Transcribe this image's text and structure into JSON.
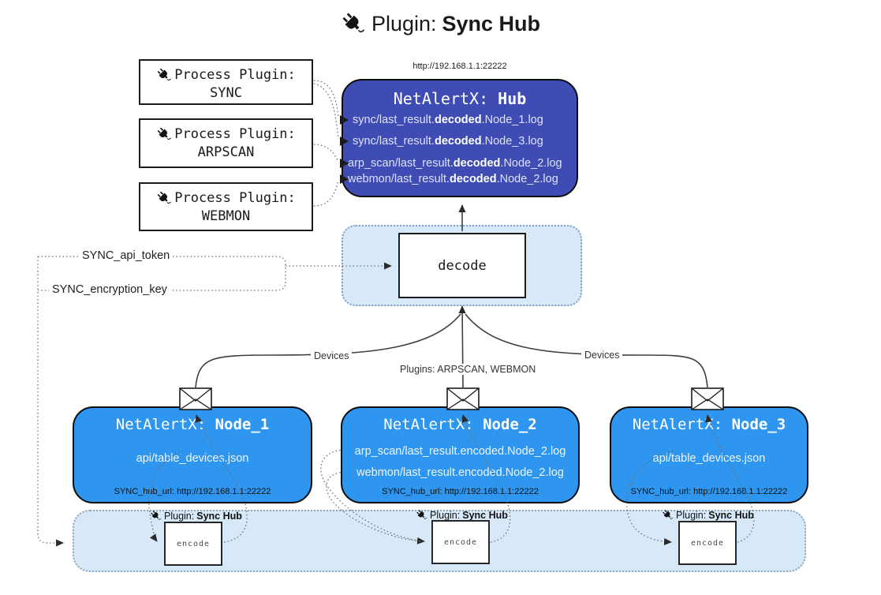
{
  "title": {
    "prefix": "Plugin:",
    "name": "Sync Hub"
  },
  "hub": {
    "url": "http://192.168.1.1:22222",
    "name_prefix": "NetAlertX: ",
    "name": "Hub",
    "logs": [
      {
        "pre": "sync/last_result.",
        "bold": "decoded",
        "post": ".Node_1.log"
      },
      {
        "pre": "sync/last_result.",
        "bold": "decoded",
        "post": ".Node_3.log"
      },
      {
        "pre": "arp_scan/last_result.",
        "bold": "decoded",
        "post": ".Node_2.log"
      },
      {
        "pre": "webmon/last_result.",
        "bold": "decoded",
        "post": ".Node_2.log"
      }
    ]
  },
  "process_plugins": [
    {
      "label": "Process Plugin:",
      "name": "SYNC"
    },
    {
      "label": "Process Plugin:",
      "name": "ARPSCAN"
    },
    {
      "label": "Process Plugin:",
      "name": "WEBMON"
    }
  ],
  "decode": {
    "label": "decode"
  },
  "settings": {
    "api_token": "SYNC_api_token",
    "encryption_key": "SYNC_encryption_key"
  },
  "edges": {
    "left": "Devices",
    "middle": "Plugins: ARPSCAN, WEBMON",
    "right": "Devices"
  },
  "nodes": [
    {
      "name_prefix": "NetAlertX: ",
      "name": "Node_1",
      "lines": [
        "api/table_devices.json"
      ],
      "hub_url": "SYNC_hub_url: http://192.168.1.1:22222"
    },
    {
      "name_prefix": "NetAlertX: ",
      "name": "Node_2",
      "lines": [
        "arp_scan/last_result.encoded.Node_2.log",
        "webmon/last_result.encoded.Node_2.log"
      ],
      "hub_url": "SYNC_hub_url: http://192.168.1.1:22222"
    },
    {
      "name_prefix": "NetAlertX: ",
      "name": "Node_3",
      "lines": [
        "api/table_devices.json"
      ],
      "hub_url": "SYNC_hub_url: http://192.168.1.1:22222"
    }
  ],
  "encoders": [
    {
      "label": "Plugin:",
      "name": "Sync Hub",
      "box": "encode"
    },
    {
      "label": "Plugin:",
      "name": "Sync Hub",
      "box": "encode"
    },
    {
      "label": "Plugin:",
      "name": "Sync Hub",
      "box": "encode"
    }
  ],
  "colors": {
    "hub": "#3e4cb4",
    "node": "#2e96ee",
    "panel": "#d7e9f9"
  }
}
